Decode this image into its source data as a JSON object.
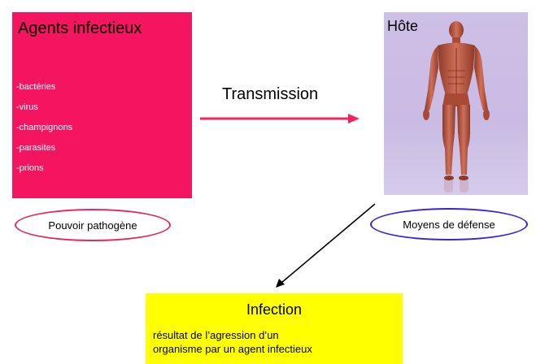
{
  "agents": {
    "title": "Agents infectieux",
    "items": [
      "-bactéries",
      "-virus",
      "-champignons",
      "-parasites",
      "-prions"
    ],
    "color": "#f5145f"
  },
  "transmission": {
    "label": "Transmission",
    "arrow_color": "#f0245e"
  },
  "host": {
    "title": "Hôte",
    "background_color": "#cdbfe5",
    "image": "human-anatomy-figure"
  },
  "pathogen_ellipse": {
    "label": "Pouvoir pathogène",
    "border_color": "#e0285e"
  },
  "defense_ellipse": {
    "label": "Moyens de défense",
    "border_color": "#3d22d8"
  },
  "infection": {
    "title": "Infection",
    "description_lines": [
      "résultat de l’agression d’un",
      "organisme par un agent infectieux"
    ],
    "color": "#ffff00"
  }
}
